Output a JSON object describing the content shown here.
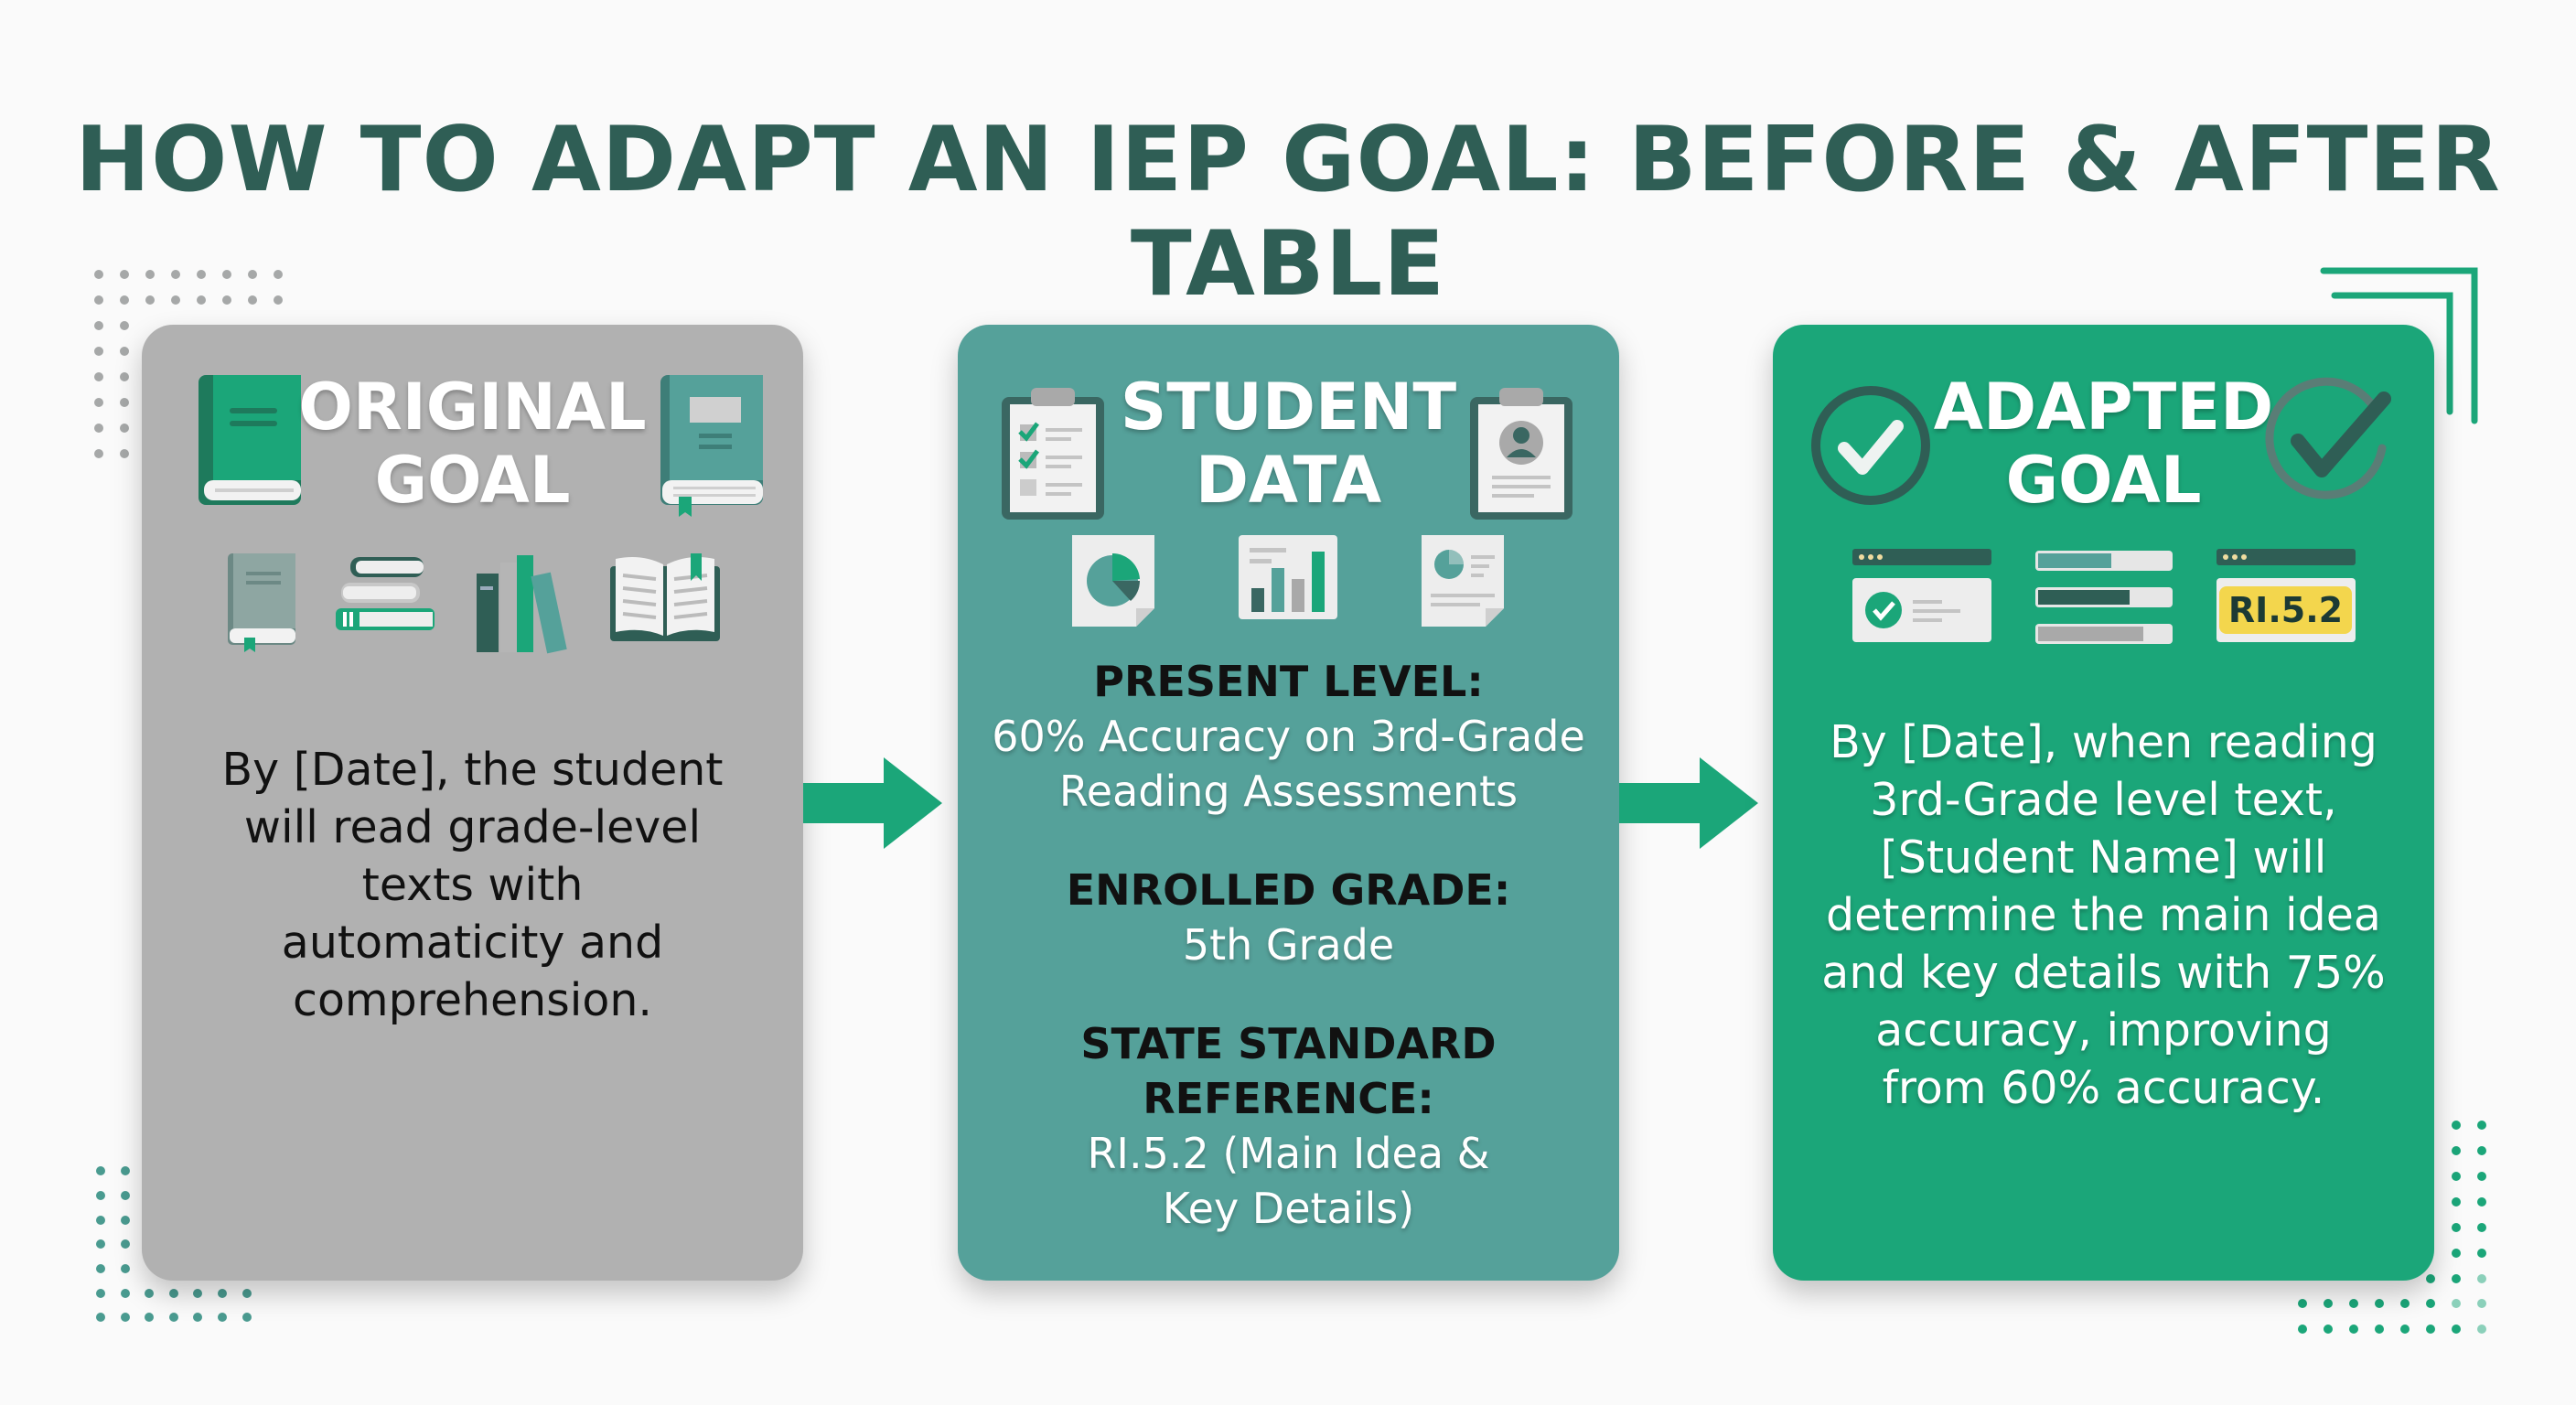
{
  "title": "HOW TO ADAPT AN IEP GOAL: BEFORE & AFTER TABLE",
  "colors": {
    "title": "#2f5e55",
    "original_card": "#b1b1b1",
    "student_card": "#55a19a",
    "adapted_card": "#1ba679",
    "arrow": "#1ba679",
    "dark_accent": "#2f5e55",
    "badge": "#f3d64d"
  },
  "cards": {
    "original": {
      "title_line1": "ORIGINAL",
      "title_line2": "GOAL",
      "icons": [
        "book-icon",
        "book-bookmark-icon",
        "closed-book-icon",
        "book-stack-icon",
        "bookshelf-icon",
        "open-book-icon"
      ],
      "text": "By [Date], the student will read grade-level texts with automaticity and comprehension."
    },
    "student_data": {
      "title_line1": "STUDENT",
      "title_line2": "DATA",
      "icons": [
        "checklist-clipboard-icon",
        "profile-clipboard-icon",
        "pie-chart-doc-icon",
        "bar-chart-doc-icon",
        "report-doc-icon"
      ],
      "present_level_label": "PRESENT LEVEL:",
      "present_level_value": "60% Accuracy on 3rd-Grade Reading Assessments",
      "enrolled_grade_label": "ENROLLED GRADE:",
      "enrolled_grade_value": "5th Grade",
      "standard_label": "STATE STANDARD REFERENCE:",
      "standard_value": "RI.5.2 (Main Idea & Key Details)"
    },
    "adapted": {
      "title_line1": "ADAPTED",
      "title_line2": "GOAL",
      "icons": [
        "check-circle-icon",
        "checkmark-circle-icon",
        "checked-window-icon",
        "progress-bars-icon",
        "standard-window-icon"
      ],
      "badge": "RI.5.2",
      "text": "By [Date], when reading 3rd-Grade level text, [Student Name] will determine the main idea and key details with 75% accuracy, improving from 60% accuracy."
    }
  }
}
